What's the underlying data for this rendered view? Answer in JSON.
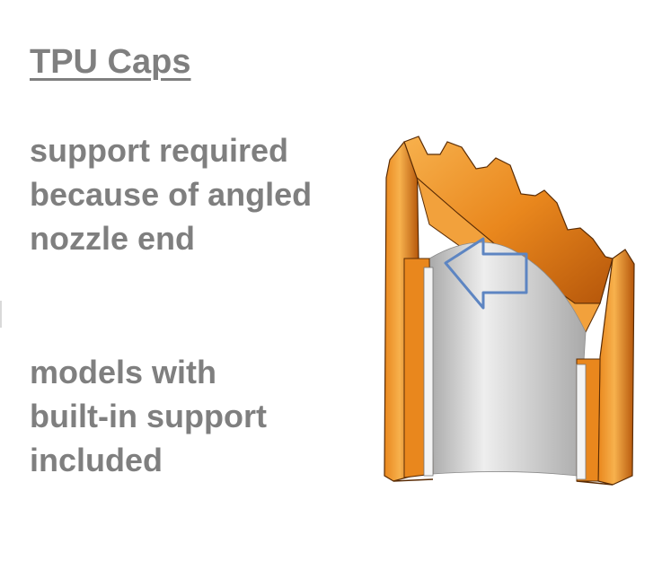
{
  "slide": {
    "title": "TPU Caps",
    "paragraphs": [
      {
        "lines": [
          "support required",
          "because of angled",
          "nozzle end"
        ]
      },
      {
        "lines": [
          "models with",
          "built-in support",
          "included"
        ]
      }
    ]
  },
  "figure": {
    "part_name": "tpu-cap-section",
    "colors": {
      "orange_light": "#f7b14d",
      "orange_mid": "#e9871d",
      "orange_dark": "#b5560a",
      "inner_wall_light": "#eeeeee",
      "inner_wall_dark": "#a9a9a9",
      "support_strip": "#f4f4f4",
      "outline": "#5a2c05",
      "arrow": "#5d85c2"
    },
    "arrow_direction": "left"
  }
}
